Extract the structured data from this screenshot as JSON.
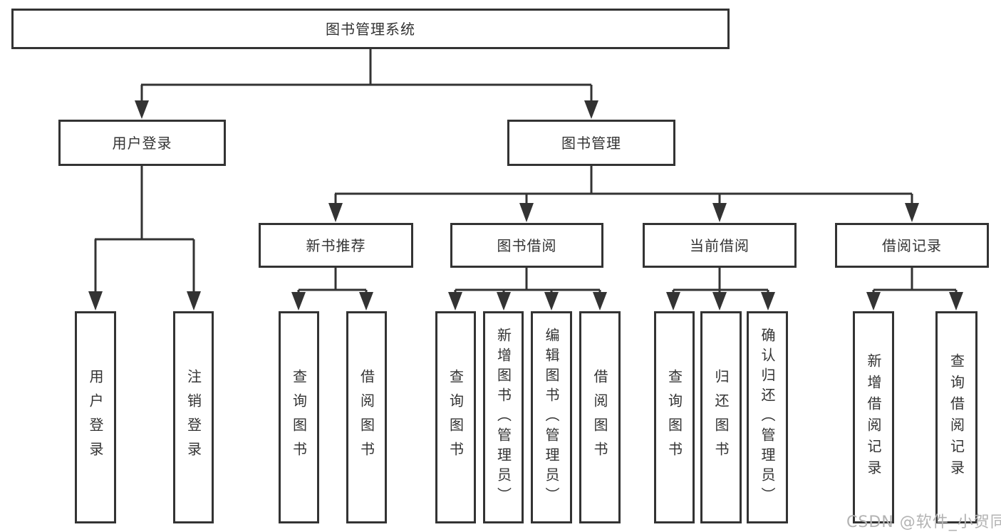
{
  "colors": {
    "line": "#333333",
    "border": "#333333",
    "text": "#333333",
    "watermark": "#b3b3b3",
    "background": "#ffffff"
  },
  "watermark": {
    "text": "CSDN @软件_小贺同学"
  },
  "tree": {
    "root": {
      "label": "图书管理系统"
    },
    "branches": [
      {
        "label": "用户登录",
        "children": [
          {
            "label": "用户登录"
          },
          {
            "label": "注销登录"
          }
        ]
      },
      {
        "label": "图书管理",
        "children": [
          {
            "label": "新书推荐",
            "children": [
              {
                "label": "查询图书"
              },
              {
                "label": "借阅图书"
              }
            ]
          },
          {
            "label": "图书借阅",
            "children": [
              {
                "label": "查询图书"
              },
              {
                "label": "新增图书（管理员）"
              },
              {
                "label": "编辑图书（管理员）"
              },
              {
                "label": "借阅图书"
              }
            ]
          },
          {
            "label": "当前借阅",
            "children": [
              {
                "label": "查询图书"
              },
              {
                "label": "归还图书"
              },
              {
                "label": "确认归还（管理员）"
              }
            ]
          },
          {
            "label": "借阅记录",
            "children": [
              {
                "label": "新增借阅记录"
              },
              {
                "label": "查询借阅记录"
              }
            ]
          }
        ]
      }
    ]
  }
}
